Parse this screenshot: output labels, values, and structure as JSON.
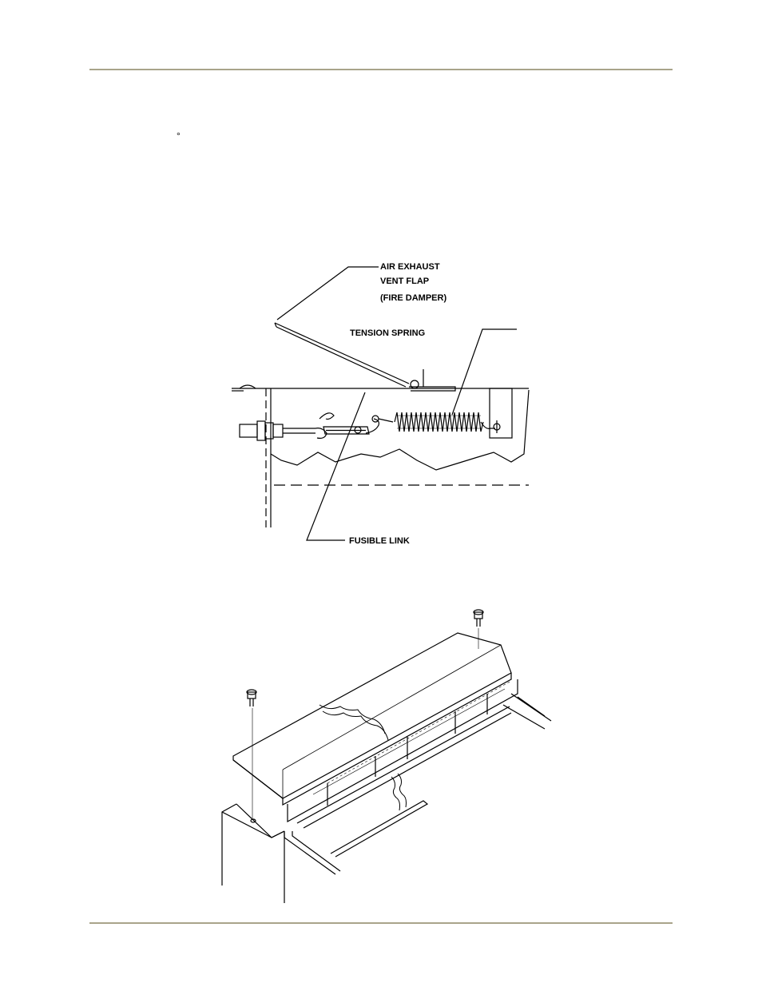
{
  "page": {
    "degree_symbol": "°"
  },
  "figure1": {
    "labels": {
      "air_exhaust": "AIR EXHAUST",
      "vent_flap": "VENT FLAP",
      "fire_damper": "(FIRE DAMPER)",
      "tension_spring": "TENSION SPRING",
      "fusible_link": "FUSIBLE LINK"
    }
  }
}
